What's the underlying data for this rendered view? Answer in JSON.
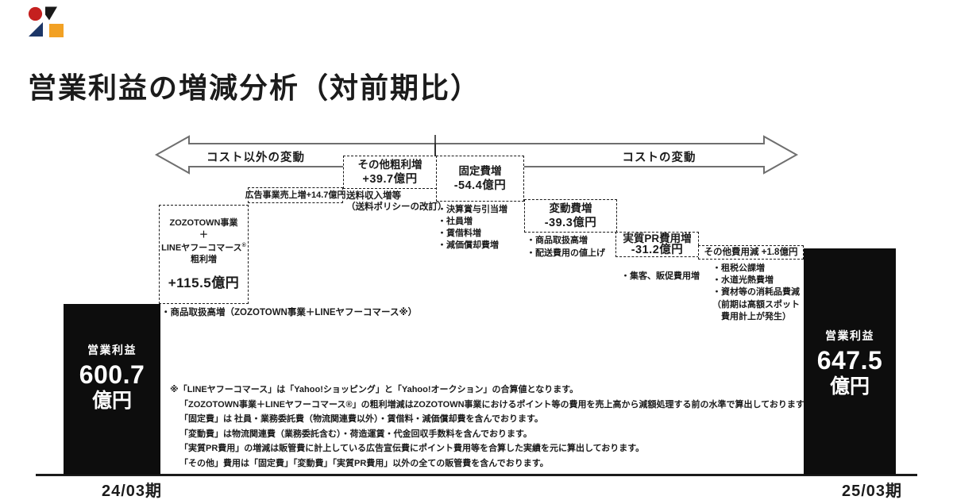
{
  "logo": {
    "colors": {
      "red": "#c5201f",
      "black": "#191919",
      "navy": "#1c3667",
      "orange": "#f2a124"
    }
  },
  "title": "営業利益の増減分析（対前期比）",
  "arrows": {
    "left_label": "コスト以外の変動",
    "right_label": "コストの変動"
  },
  "bars": {
    "start": {
      "label": "営業利益",
      "value": "600.7",
      "unit": "億円",
      "period": "24/03期"
    },
    "end": {
      "label": "営業利益",
      "value": "647.5",
      "unit": "億円",
      "period": "25/03期"
    }
  },
  "steps": {
    "gross": {
      "line1": "ZOZOTOWN事業",
      "line2": "＋",
      "line3": "LINEヤフーコマース",
      "reg": "®",
      "line4": "粗利増",
      "value": "+115.5億円",
      "note": "・商品取扱高増（ZOZOTOWN事業＋LINEヤフーコマース※）"
    },
    "ad": {
      "label": "広告事業売上増+14.7億円"
    },
    "other_gross": {
      "title": "その他粗利増",
      "value": "+39.7億円",
      "notes": [
        "送料収入増等",
        "（送料ポリシーの改訂）"
      ]
    },
    "fixed": {
      "title": "固定費増",
      "value": "-54.4億円",
      "notes": [
        "・決算賞与引当増",
        "・社員増",
        "・賃借料増",
        "・減価償却費増"
      ]
    },
    "variable": {
      "title": "変動費増",
      "value": "-39.3億円",
      "notes": [
        "・商品取扱高増",
        "・配送費用の値上げ"
      ]
    },
    "pr": {
      "title": "実質PR費用増",
      "value": "-31.2億円",
      "notes": [
        "・集客、販促費用増"
      ]
    },
    "other_cost": {
      "label": "その他費用減 +1.8億円",
      "notes": [
        "・租税公課増",
        "・水道光熱費増",
        "・資材等の消耗品費減",
        "（前期は高額スポット",
        "　費用計上が発生）"
      ]
    }
  },
  "footnotes": [
    "※「LINEヤフーコマース」は「Yahoo!ショッピング」と「Yahoo!オークション」の合算値となります。",
    "「ZOZOTOWN事業＋LINEヤフーコマース®」の粗利増減はZOZOTOWN事業におけるポイント等の費用を売上高から減額処理する前の水準で算出しております。",
    "「固定費」は 社員・業務委託費（物流関連費以外）・賃借料・減価償却費を含んでおります。",
    "「変動費」は物流関連費（業務委託含む）・荷造運賃・代金回収手数料を含んでおります。",
    "「実質PR費用」の増減は販管費に計上している広告宣伝費にポイント費用等を合算した実績を元に算出しております。",
    "「その他」費用は「固定費」「変動費」「実質PR費用」以外の全ての販管費を含んでおります。"
  ],
  "chart_data": {
    "type": "bar",
    "subtype": "waterfall",
    "title": "営業利益の増減分析（対前期比）",
    "unit": "億円",
    "start": {
      "category": "24/03期",
      "label": "営業利益",
      "value": 600.7
    },
    "end": {
      "category": "25/03期",
      "label": "営業利益",
      "value": 647.5
    },
    "deltas": [
      {
        "label": "ZOZOTOWN事業＋LINEヤフーコマース® 粗利増",
        "value": 115.5,
        "group": "コスト以外の変動"
      },
      {
        "label": "広告事業売上増",
        "value": 14.7,
        "group": "コスト以外の変動"
      },
      {
        "label": "その他粗利増",
        "value": 39.7,
        "group": "コスト以外の変動"
      },
      {
        "label": "固定費増",
        "value": -54.4,
        "group": "コストの変動"
      },
      {
        "label": "変動費増",
        "value": -39.3,
        "group": "コストの変動"
      },
      {
        "label": "実質PR費用増",
        "value": -31.2,
        "group": "コストの変動"
      },
      {
        "label": "その他費用減",
        "value": 1.8,
        "group": "コストの変動"
      }
    ],
    "legend": "off",
    "grid": "off"
  }
}
